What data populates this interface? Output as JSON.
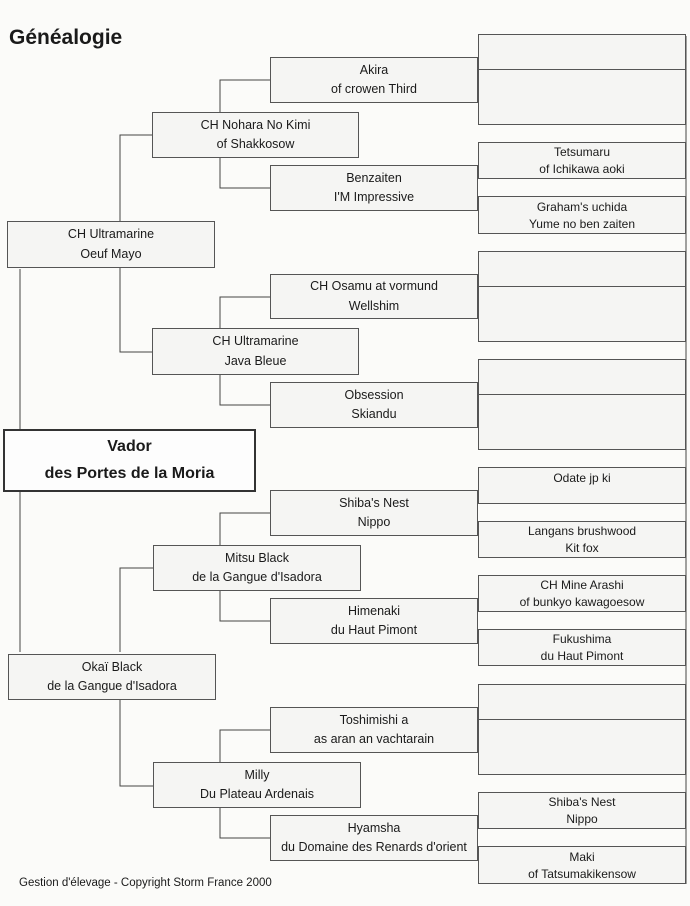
{
  "title": "Généalogie",
  "subject": {
    "line1": "Vador",
    "line2": "des Portes de la Moria"
  },
  "parents": {
    "sire": {
      "line1": "CH Ultramarine",
      "line2": "Oeuf Mayo"
    },
    "dam": {
      "line1": "Okaï Black",
      "line2": "de la Gangue d'Isadora"
    }
  },
  "grandparents": [
    {
      "line1": "CH Nohara No Kimi",
      "line2": "of Shakkosow"
    },
    {
      "line1": "CH Ultramarine",
      "line2": "Java Bleue"
    },
    {
      "line1": "Mitsu Black",
      "line2": "de la Gangue d'Isadora"
    },
    {
      "line1": "Milly",
      "line2": "Du Plateau Ardenais"
    }
  ],
  "great_grandparents": [
    {
      "line1": "Akira",
      "line2": "of crowen Third"
    },
    {
      "line1": "Benzaiten",
      "line2": "I'M Impressive"
    },
    {
      "line1": "CH Osamu at vormund",
      "line2": "Wellshim"
    },
    {
      "line1": "Obsession",
      "line2": "Skiandu"
    },
    {
      "line1": "Shiba's Nest",
      "line2": "Nippo"
    },
    {
      "line1": "Himenaki",
      "line2": "du Haut Pimont"
    },
    {
      "line1": "Toshimishi a",
      "line2": "as aran an vachtarain"
    },
    {
      "line1": "Hyamsha",
      "line2": "du Domaine des Renards d'orient"
    }
  ],
  "gen4": [
    {
      "line1": "",
      "line2": ""
    },
    {
      "line1": "",
      "line2": ""
    },
    {
      "line1": "Tetsumaru",
      "line2": "of Ichikawa aoki"
    },
    {
      "line1": "Graham's uchida",
      "line2": "Yume no ben zaiten"
    },
    {
      "line1": "",
      "line2": ""
    },
    {
      "line1": "",
      "line2": ""
    },
    {
      "line1": "",
      "line2": ""
    },
    {
      "line1": "",
      "line2": ""
    },
    {
      "line1": "Odate jp ki",
      "line2": ""
    },
    {
      "line1": "Langans brushwood",
      "line2": "Kit fox"
    },
    {
      "line1": "CH Mine Arashi",
      "line2": "of  bunkyo kawagoesow"
    },
    {
      "line1": "Fukushima",
      "line2": "du Haut Pimont"
    },
    {
      "line1": "",
      "line2": ""
    },
    {
      "line1": "",
      "line2": ""
    },
    {
      "line1": "Shiba's Nest",
      "line2": "Nippo"
    },
    {
      "line1": "Maki",
      "line2": "of Tatsumakikensow"
    }
  ],
  "footer": "Gestion d'élevage  -  Copyright Storm France 2000"
}
